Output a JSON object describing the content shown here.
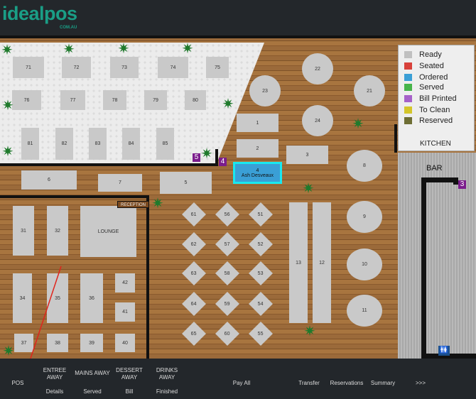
{
  "header": {
    "logo": "idealpos",
    "logo_sub": "COM.AU"
  },
  "tables": {
    "t71": "71",
    "t72": "72",
    "t73": "73",
    "t74": "74",
    "t75": "75",
    "t76": "76",
    "t77": "77",
    "t78": "78",
    "t79": "79",
    "t80": "80",
    "t81": "81",
    "t82": "82",
    "t83": "83",
    "t84": "84",
    "t85": "85",
    "t1": "1",
    "t2": "2",
    "t3": "3",
    "t4": "4",
    "t4_name": "Ash Desveaux",
    "t5": "5",
    "t6": "6",
    "t7": "7",
    "t8": "8",
    "t9": "9",
    "t10": "10",
    "t11": "11",
    "t12": "12",
    "t13": "13",
    "t21": "21",
    "t22": "22",
    "t23": "23",
    "t24": "24",
    "t51": "51",
    "t52": "52",
    "t53": "53",
    "t54": "54",
    "t55": "55",
    "t56": "56",
    "t57": "57",
    "t58": "58",
    "t59": "59",
    "t60": "60",
    "t61": "61",
    "t62": "62",
    "t63": "63",
    "t64": "64",
    "t65": "65",
    "t31": "31",
    "t32": "32",
    "lounge": "LOUNGE",
    "t34": "34",
    "t35": "35",
    "t36": "36",
    "t37": "37",
    "t38": "38",
    "t39": "39",
    "t40": "40",
    "t41": "41",
    "t42": "42"
  },
  "labels": {
    "reception": "RECEPTION",
    "kitchen": "KITCHEN",
    "bar": "BAR"
  },
  "badges": {
    "b5": "5",
    "b4": "4",
    "b3": "3"
  },
  "legend": [
    {
      "label": "Ready",
      "color": "#c0c0c0"
    },
    {
      "label": "Seated",
      "color": "#d8413a"
    },
    {
      "label": "Ordered",
      "color": "#3a9fd6"
    },
    {
      "label": "Served",
      "color": "#46b44a"
    },
    {
      "label": "Bill Printed",
      "color": "#a661c9"
    },
    {
      "label": "To Clean",
      "color": "#d4c62a"
    },
    {
      "label": "Reserved",
      "color": "#6e6e34"
    }
  ],
  "footer": {
    "pos": "POS",
    "entree": "ENTREE AWAY",
    "mains": "MAINS AWAY",
    "dessert": "DESSERT AWAY",
    "drinks": "DRINKS AWAY",
    "details": "Details",
    "served": "Served",
    "bill": "Bill",
    "finished": "Finished",
    "pay_all": "Pay All",
    "transfer": "Transfer",
    "reservations": "Reservations",
    "summary": "Summary",
    "more": ">>>"
  }
}
